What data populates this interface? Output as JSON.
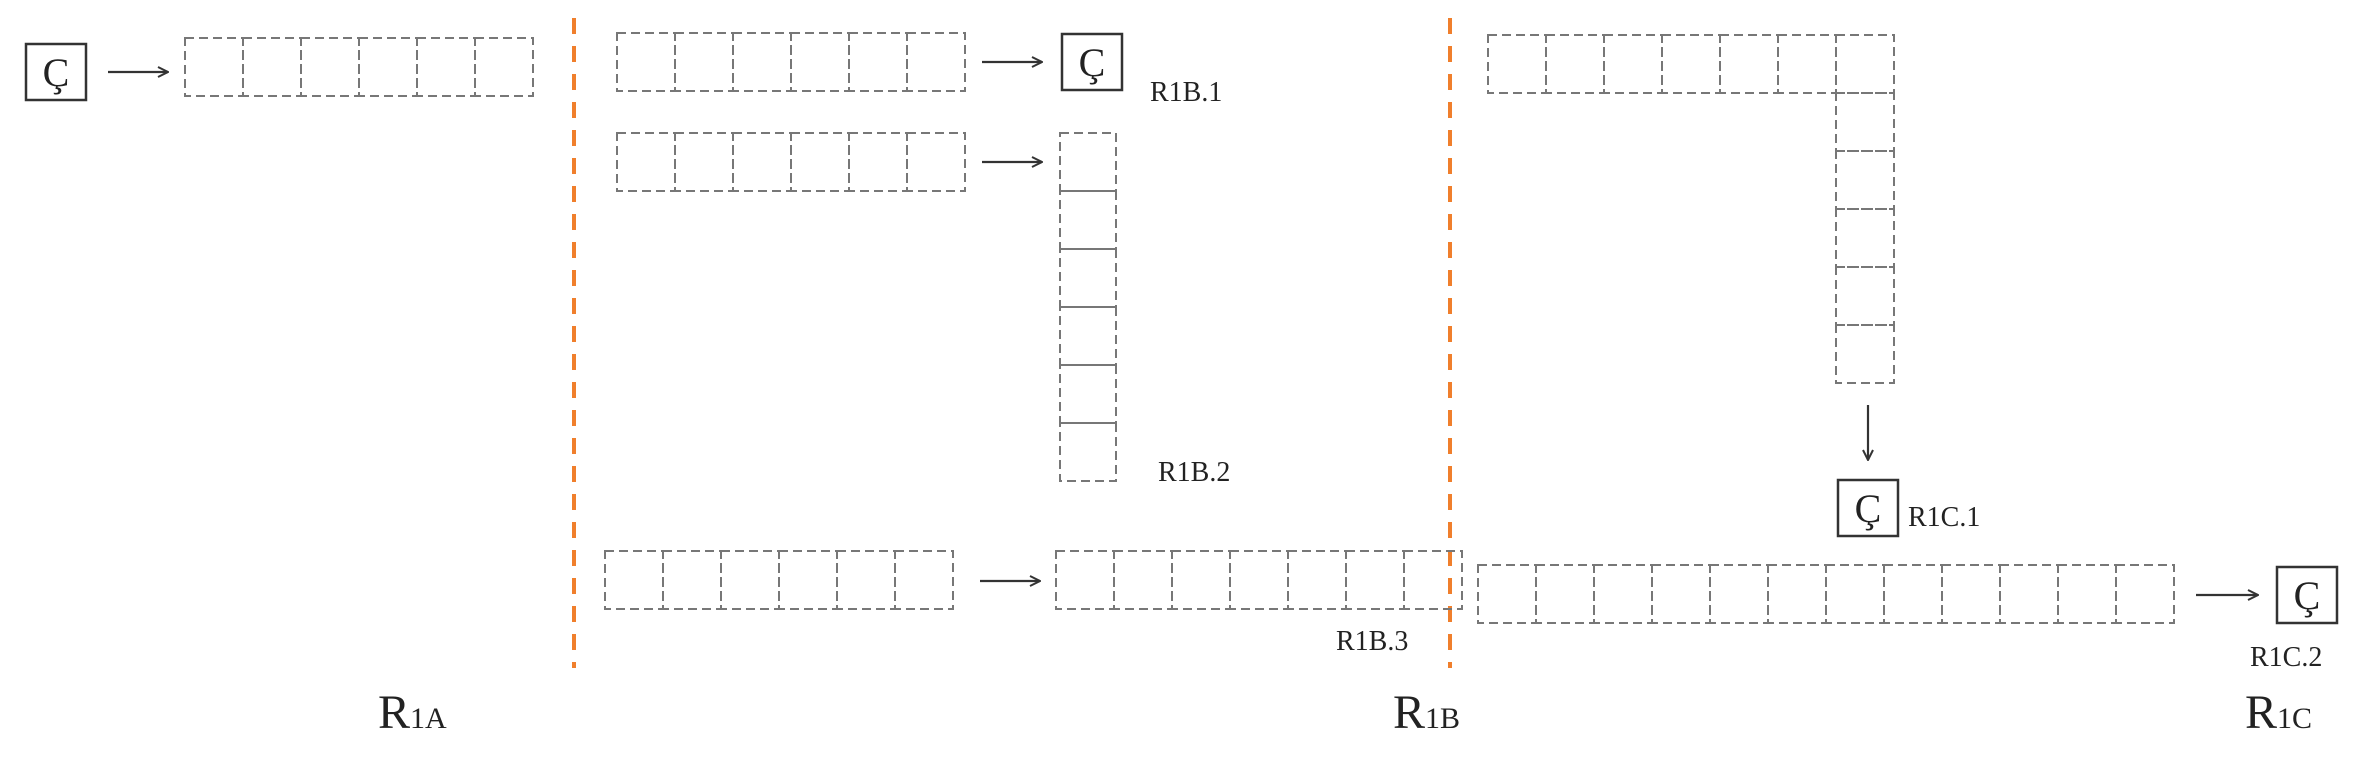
{
  "diagram": {
    "glyph": "Ç",
    "colors": {
      "separator": "#f07f2c",
      "cell_stroke": "#777777",
      "box_stroke": "#333333"
    },
    "labels": {
      "r1b1": "R1B.1",
      "r1b2": "R1B.2",
      "r1b3": "R1B.3",
      "r1c1": "R1C.1",
      "r1c2": "R1C.2"
    },
    "sections": [
      {
        "main": "R",
        "sub": "1A"
      },
      {
        "main": "R",
        "sub": "1B"
      },
      {
        "main": "R",
        "sub": "1C"
      }
    ]
  }
}
